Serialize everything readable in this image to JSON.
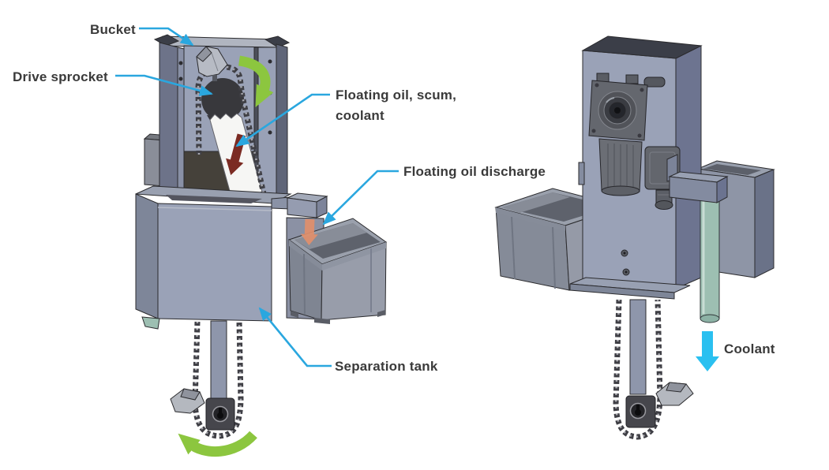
{
  "diagram": {
    "type": "technical-illustration",
    "subject": "Chain-and-bucket oil skimmer with separation tank, two CAD views",
    "labels": {
      "bucket": "Bucket",
      "drive_sprocket": "Drive sprocket",
      "floating_oil_scum_coolant": "Floating oil, scum,\ncoolant",
      "floating_oil_discharge": "Floating oil discharge",
      "separation_tank": "Separation tank",
      "coolant": "Coolant"
    },
    "colors": {
      "background": "#ffffff",
      "leader_line": "#2aa7df",
      "rotation_arrow_green": "#8cc63f",
      "oil_flow_arrow_red": "#7b2b23",
      "discharge_arrow_orange": "#e18f6b",
      "coolant_arrow_cyan": "#2ac0f0",
      "machine_body": "#9aa2b7",
      "machine_body_dark": "#6d7490",
      "machine_top_dark": "#3b3e48",
      "chain": "#3f3f45",
      "coolant_pipe_teal": "#9dbfb2",
      "label_text": "#3a3a3a"
    }
  }
}
